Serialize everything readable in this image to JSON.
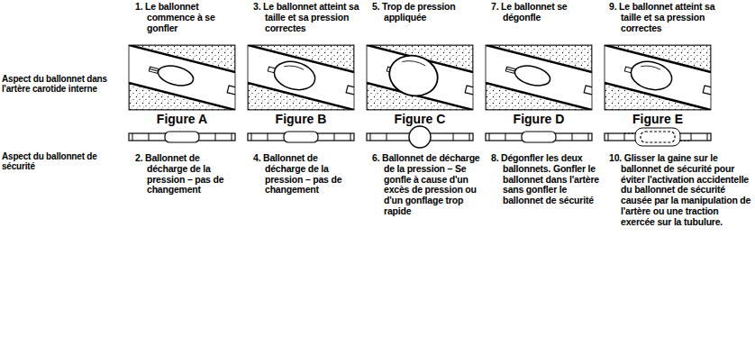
{
  "diagram": {
    "labels": [
      "1. Le ballonnet commence à se gonfler",
      "3. Le ballonnet atteint sa taille et sa pression correctes",
      "5. Trop de pression appliquée",
      "7. Le ballonnet se dégonfle",
      "9. Le ballonnet atteint sa taille et sa pression correctes",
      "Aspect du ballonnet dans l'artère carotide interne",
      "Figure A",
      "Figure B",
      "Figure C",
      "Figure D",
      "Figure E",
      "Aspect du ballonnet de sécurité",
      "2. Ballonnet de décharge de la pression – pas de changement",
      "4. Ballonnet de décharge de la pression – pas de changement",
      "6. Ballonnet de décharge de la pression – Se gonfle à cause d'un excès de pression ou d'un gonflage trop rapide",
      "8. Dégonfler les deux ballonnets. Gonfler le ballonnet dans l'artère sans gonfler le ballonnet de sécurité",
      "10. Glisser la gaine sur le ballonnet de sécurité pour éviter l'activation accidentelle du ballonnet de sécurité causée par la manipulation de l'artère ou une traction exercée sur la tubulure."
    ]
  }
}
